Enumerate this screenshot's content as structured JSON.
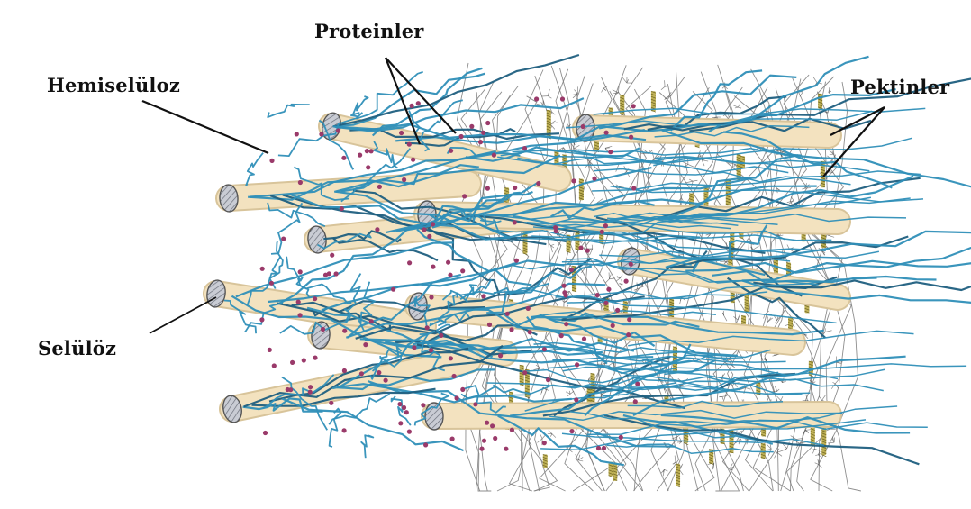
{
  "labels": {
    "hemiselulose": "Hemiselüloz",
    "proteins": "Proteinler",
    "pectins": "Pektinler",
    "cellulose": "Selülöz"
  },
  "colors": {
    "cellulose_fiber": "#f3e2bf",
    "cellulose_end": "#b9bcc6",
    "hemicellulose_strand": "#2f8fb8",
    "protein_dot": "#9a3a6a",
    "pectin_network": "#7a7a7a",
    "pectin_rod": "#b8a845",
    "leader_line": "#111111"
  },
  "icons": {
    "cellulose": "cellulose-fiber-icon",
    "hemicellulose": "hemicellulose-strand-icon",
    "protein": "protein-dot-icon",
    "pectin": "pectin-network-icon"
  }
}
